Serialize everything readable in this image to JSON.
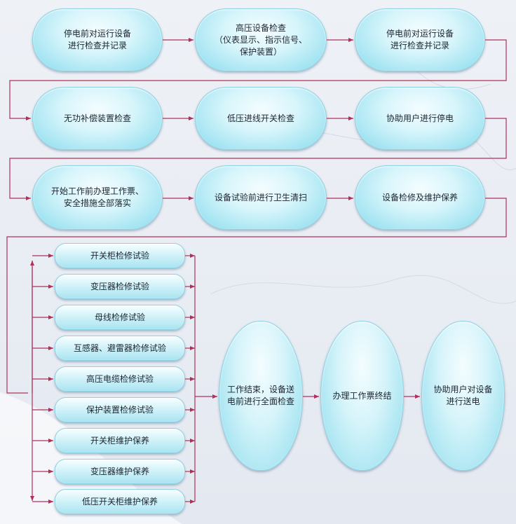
{
  "row1": [
    "停电前对运行设备\n进行检查并记录",
    "高压设备检查\n（仪表显示、指示信号、\n保护装置）",
    "停电前对运行设备\n进行检查并记录"
  ],
  "row2": [
    "无功补偿装置检查",
    "低压进线开关检查",
    "协助用户进行停电"
  ],
  "row3": [
    "开始工作前办理工作票、\n安全措施全部落实",
    "设备试验前进行卫生清扫",
    "设备检修及维护保养"
  ],
  "branches": [
    "开关柜检修试验",
    "变压器检修试验",
    "母线检修试验",
    "互感器、避雷器检修试验",
    "高压电缆检修试验",
    "保护装置检修试验",
    "开关柜维护保养",
    "变压器维护保养",
    "低压开关柜维护保养"
  ],
  "final": [
    "工作结束，设备送\n电前进行全面检查",
    "办理工作票终结",
    "协助用户对设备\n进行送电"
  ],
  "colors": {
    "line": "#b0305a",
    "pill": "#a9e6f3"
  }
}
